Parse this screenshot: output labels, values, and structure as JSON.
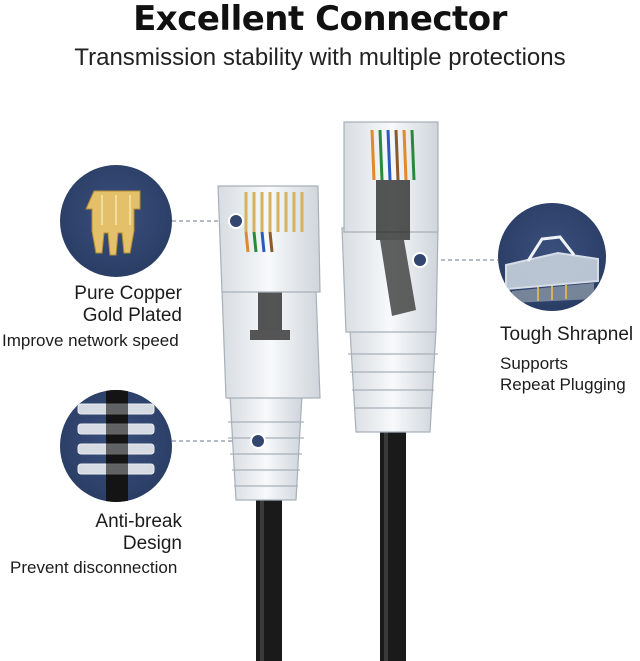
{
  "header": {
    "title": "Excellent Connector",
    "subtitle": "Transmission stability with multiple protections"
  },
  "features": {
    "copper": {
      "title_line1": "Pure Copper",
      "title_line2": "Gold Plated",
      "desc": "Improve network speed"
    },
    "shrapnel": {
      "title": "Tough Shrapnel",
      "desc_line1": "Supports",
      "desc_line2": "Repeat Plugging"
    },
    "antibreak": {
      "title_line1": "Anti-break",
      "title_line2": "Design",
      "desc": "Prevent disconnection"
    }
  },
  "colors": {
    "circle_bg": "#2d416a",
    "dot": "#33466f",
    "cable": "#1a1a1a",
    "gold": "#d8b25a"
  },
  "icons": [
    "gold-pins-icon",
    "shrapnel-clip-icon",
    "boot-strain-relief-icon"
  ]
}
